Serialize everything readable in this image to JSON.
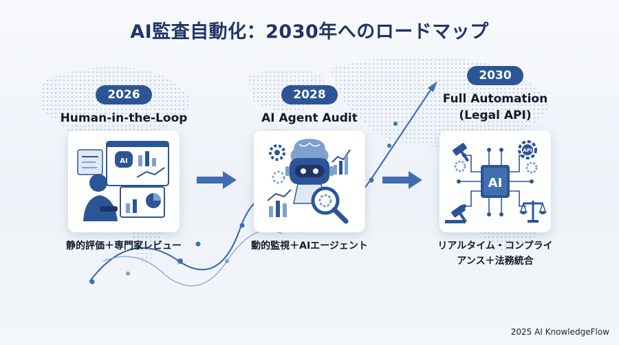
{
  "title": "AI監査自動化：2030年へのロードマップ",
  "stages": [
    {
      "year": "2026",
      "name": "Human-in-the-Loop",
      "description": "静的評価＋専門家レビュー",
      "icon": "human-reviewer-dashboard-icon"
    },
    {
      "year": "2028",
      "name": "AI Agent Audit",
      "description": "動的監視＋AIエージェント",
      "icon": "ai-robot-magnifier-icon"
    },
    {
      "year": "2030",
      "name_line1": "Full Automation",
      "name_line2": "(Legal API)",
      "description_line1": "リアルタイム・コンプライ",
      "description_line2": "アンス＋法務統合",
      "icon": "ai-chip-legal-icon",
      "chip_label": "AI",
      "api_label": "API"
    }
  ],
  "footer": "2025 AI KnowledgeFlow",
  "colors": {
    "accent": "#2c5596",
    "title": "#1f3566",
    "arrow": "#3f6fb0",
    "map_dots": "#c9d4e4"
  }
}
